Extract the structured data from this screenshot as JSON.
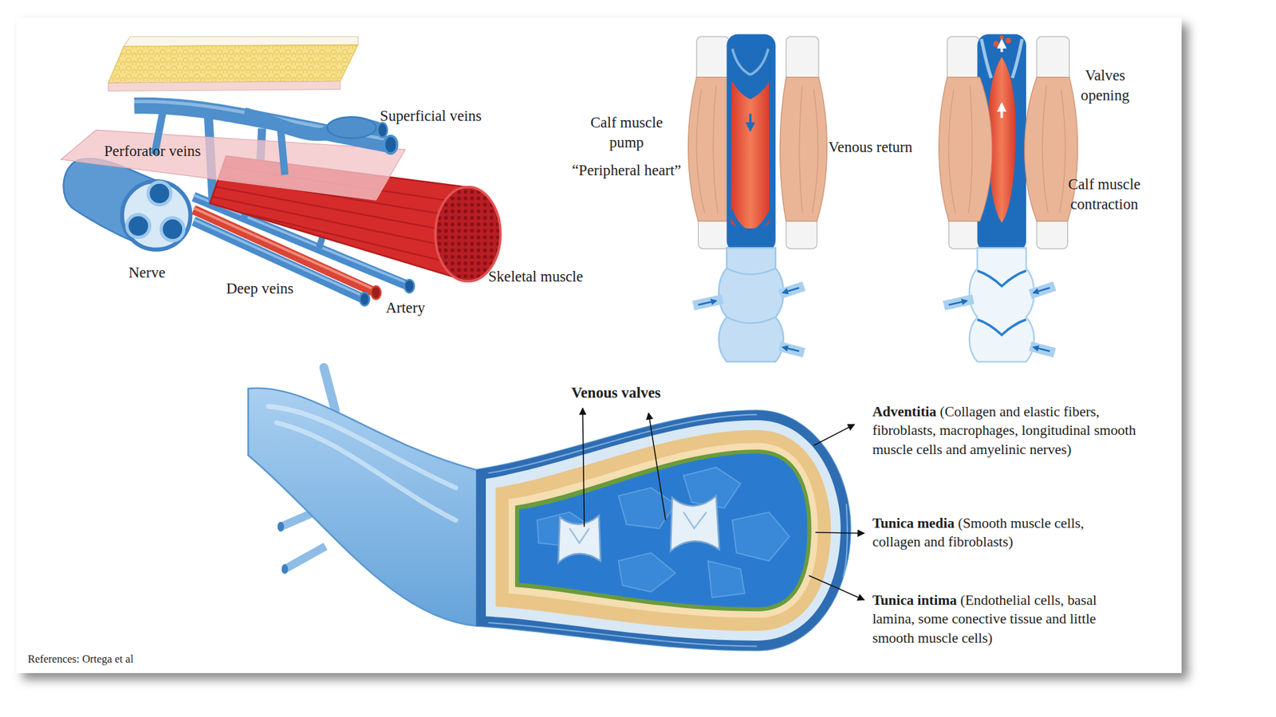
{
  "diagram": {
    "labels": [
      "Superficial veins",
      "Perforator veins",
      "Nerve",
      "Deep veins",
      "Artery",
      "Skeletal muscle",
      "Calf muscle pump",
      "“Peripheral heart”",
      "Venous return",
      "Valves opening",
      "Calf muscle contraction",
      "Venous valves",
      "Adventitia",
      "(Collagen and elastic fibers, fibroblasts, macrophages, longitudinal smooth muscle cells and amyelinic nerves)",
      "Tunica media",
      "(Smooth muscle cells, collagen and fibroblasts)",
      "Tunica intima",
      "(Endothelial cells, basal lamina, some conective tissue and little smooth muscle cells)",
      "References: Ortega et al"
    ]
  }
}
